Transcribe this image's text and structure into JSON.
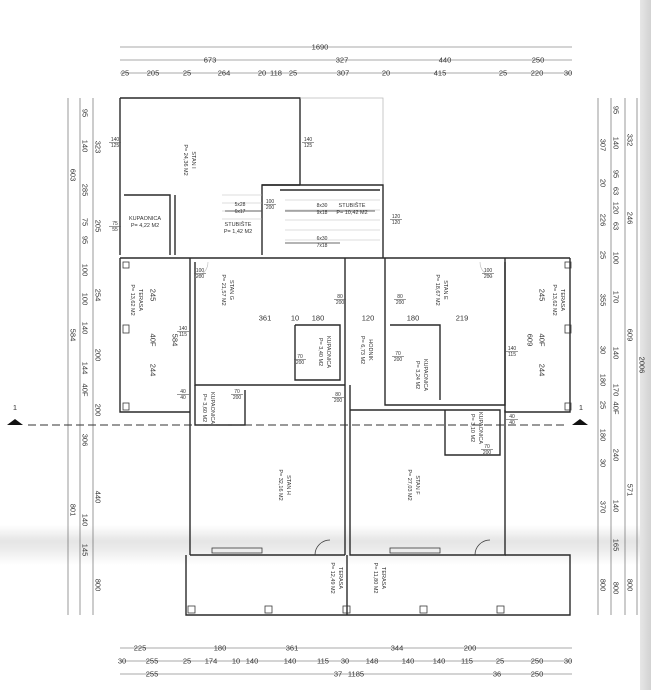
{
  "title": "Floor plan",
  "dims": {
    "top1": [
      "1690"
    ],
    "top2": [
      "673",
      "327",
      "440",
      "250"
    ],
    "top3": [
      "25",
      "205",
      "25",
      "264",
      "20",
      "118",
      "25",
      "307",
      "20",
      "415",
      "25",
      "220",
      "30"
    ],
    "bot1": [
      "225",
      "180",
      "361",
      "344",
      "200"
    ],
    "bot2": [
      "30",
      "255",
      "25",
      "174",
      "10",
      "140",
      "140",
      "115",
      "30",
      "148",
      "140",
      "140",
      "115",
      "25",
      "250",
      "30"
    ],
    "bot3": [
      "255",
      "37",
      "1185",
      "36",
      "250"
    ],
    "left_outer": [
      "603",
      "584",
      "801"
    ],
    "left_mid": [
      "323",
      "205",
      "254",
      "200",
      "200",
      "440",
      "800"
    ],
    "left_inner": [
      "95",
      "140",
      "285",
      "75",
      "95",
      "100",
      "100",
      "140",
      "144",
      "40F",
      "306",
      "140",
      "145"
    ],
    "right_outer": [
      "2006"
    ],
    "right_mid": [
      "332",
      "246",
      "609",
      "571",
      "800"
    ],
    "right_inner": [
      "95",
      "140",
      "95",
      "63",
      "120",
      "63",
      "100",
      "170",
      "140",
      "170",
      "40F",
      "240",
      "140",
      "165",
      "800"
    ],
    "right_inner2": [
      "307",
      "20",
      "226",
      "25",
      "355",
      "30",
      "180",
      "25",
      "180",
      "30",
      "370",
      "800"
    ],
    "interior": [
      "361",
      "10",
      "180",
      "120",
      "180",
      "219",
      "245",
      "40F",
      "244",
      "584",
      "245",
      "40F",
      "244",
      "609"
    ]
  },
  "rooms": [
    {
      "name": "STAN I",
      "area": "P= 24,36 M2"
    },
    {
      "name": "KUPAONICA",
      "area": "P= 4,22 M2"
    },
    {
      "name": "STUBIŠTE",
      "area": "P= 1,42 M2"
    },
    {
      "name": "STUBIŠTE",
      "area": "P= 10,42 M2"
    },
    {
      "name": "STAN G",
      "area": "P= 21,57 M2"
    },
    {
      "name": "KUPAONICA",
      "area": "P= 3,40 M2"
    },
    {
      "name": "HODNIK",
      "area": "P= 6,73 M2"
    },
    {
      "name": "STAN E",
      "area": "P= 18,67 M2"
    },
    {
      "name": "KUPAONICA",
      "area": "P= 3,24 M2"
    },
    {
      "name": "TERASA",
      "area": "P= 13,62 M2"
    },
    {
      "name": "TERASA",
      "area": "P= 13,62 M2"
    },
    {
      "name": "KUPAONICA",
      "area": "P= 3,60 M2"
    },
    {
      "name": "KUPAONICA",
      "area": "P= 3,10 M2"
    },
    {
      "name": "STAN H",
      "area": "P= 32,16 M2"
    },
    {
      "name": "STAN F",
      "area": "P= 27,03 M2"
    },
    {
      "name": "TERASA",
      "area": "P= 12,49 M2"
    },
    {
      "name": "TERASA",
      "area": "P= 11,80 M2"
    }
  ],
  "openings": [
    {
      "a": "140",
      "b": "125"
    },
    {
      "a": "140",
      "b": "125"
    },
    {
      "a": "75",
      "b": "55"
    },
    {
      "a": "100",
      "b": "200"
    },
    {
      "a": "120",
      "b": "120"
    },
    {
      "a": "100",
      "b": "200"
    },
    {
      "a": "80",
      "b": "200"
    },
    {
      "a": "140",
      "b": "115"
    },
    {
      "a": "70",
      "b": "200"
    },
    {
      "a": "40",
      "b": "40"
    },
    {
      "a": "70",
      "b": "200"
    },
    {
      "a": "80",
      "b": "200"
    },
    {
      "a": "100",
      "b": "200"
    },
    {
      "a": "80",
      "b": "200"
    },
    {
      "a": "140",
      "b": "115"
    },
    {
      "a": "70",
      "b": "200"
    },
    {
      "a": "40",
      "b": "40"
    },
    {
      "a": "70",
      "b": "200"
    }
  ],
  "stairs": [
    {
      "a": "5x28",
      "b": "6x17"
    },
    {
      "a": "8x30",
      "b": "9x18"
    },
    {
      "a": "6x30",
      "b": "7x18"
    }
  ],
  "section_label": "1"
}
